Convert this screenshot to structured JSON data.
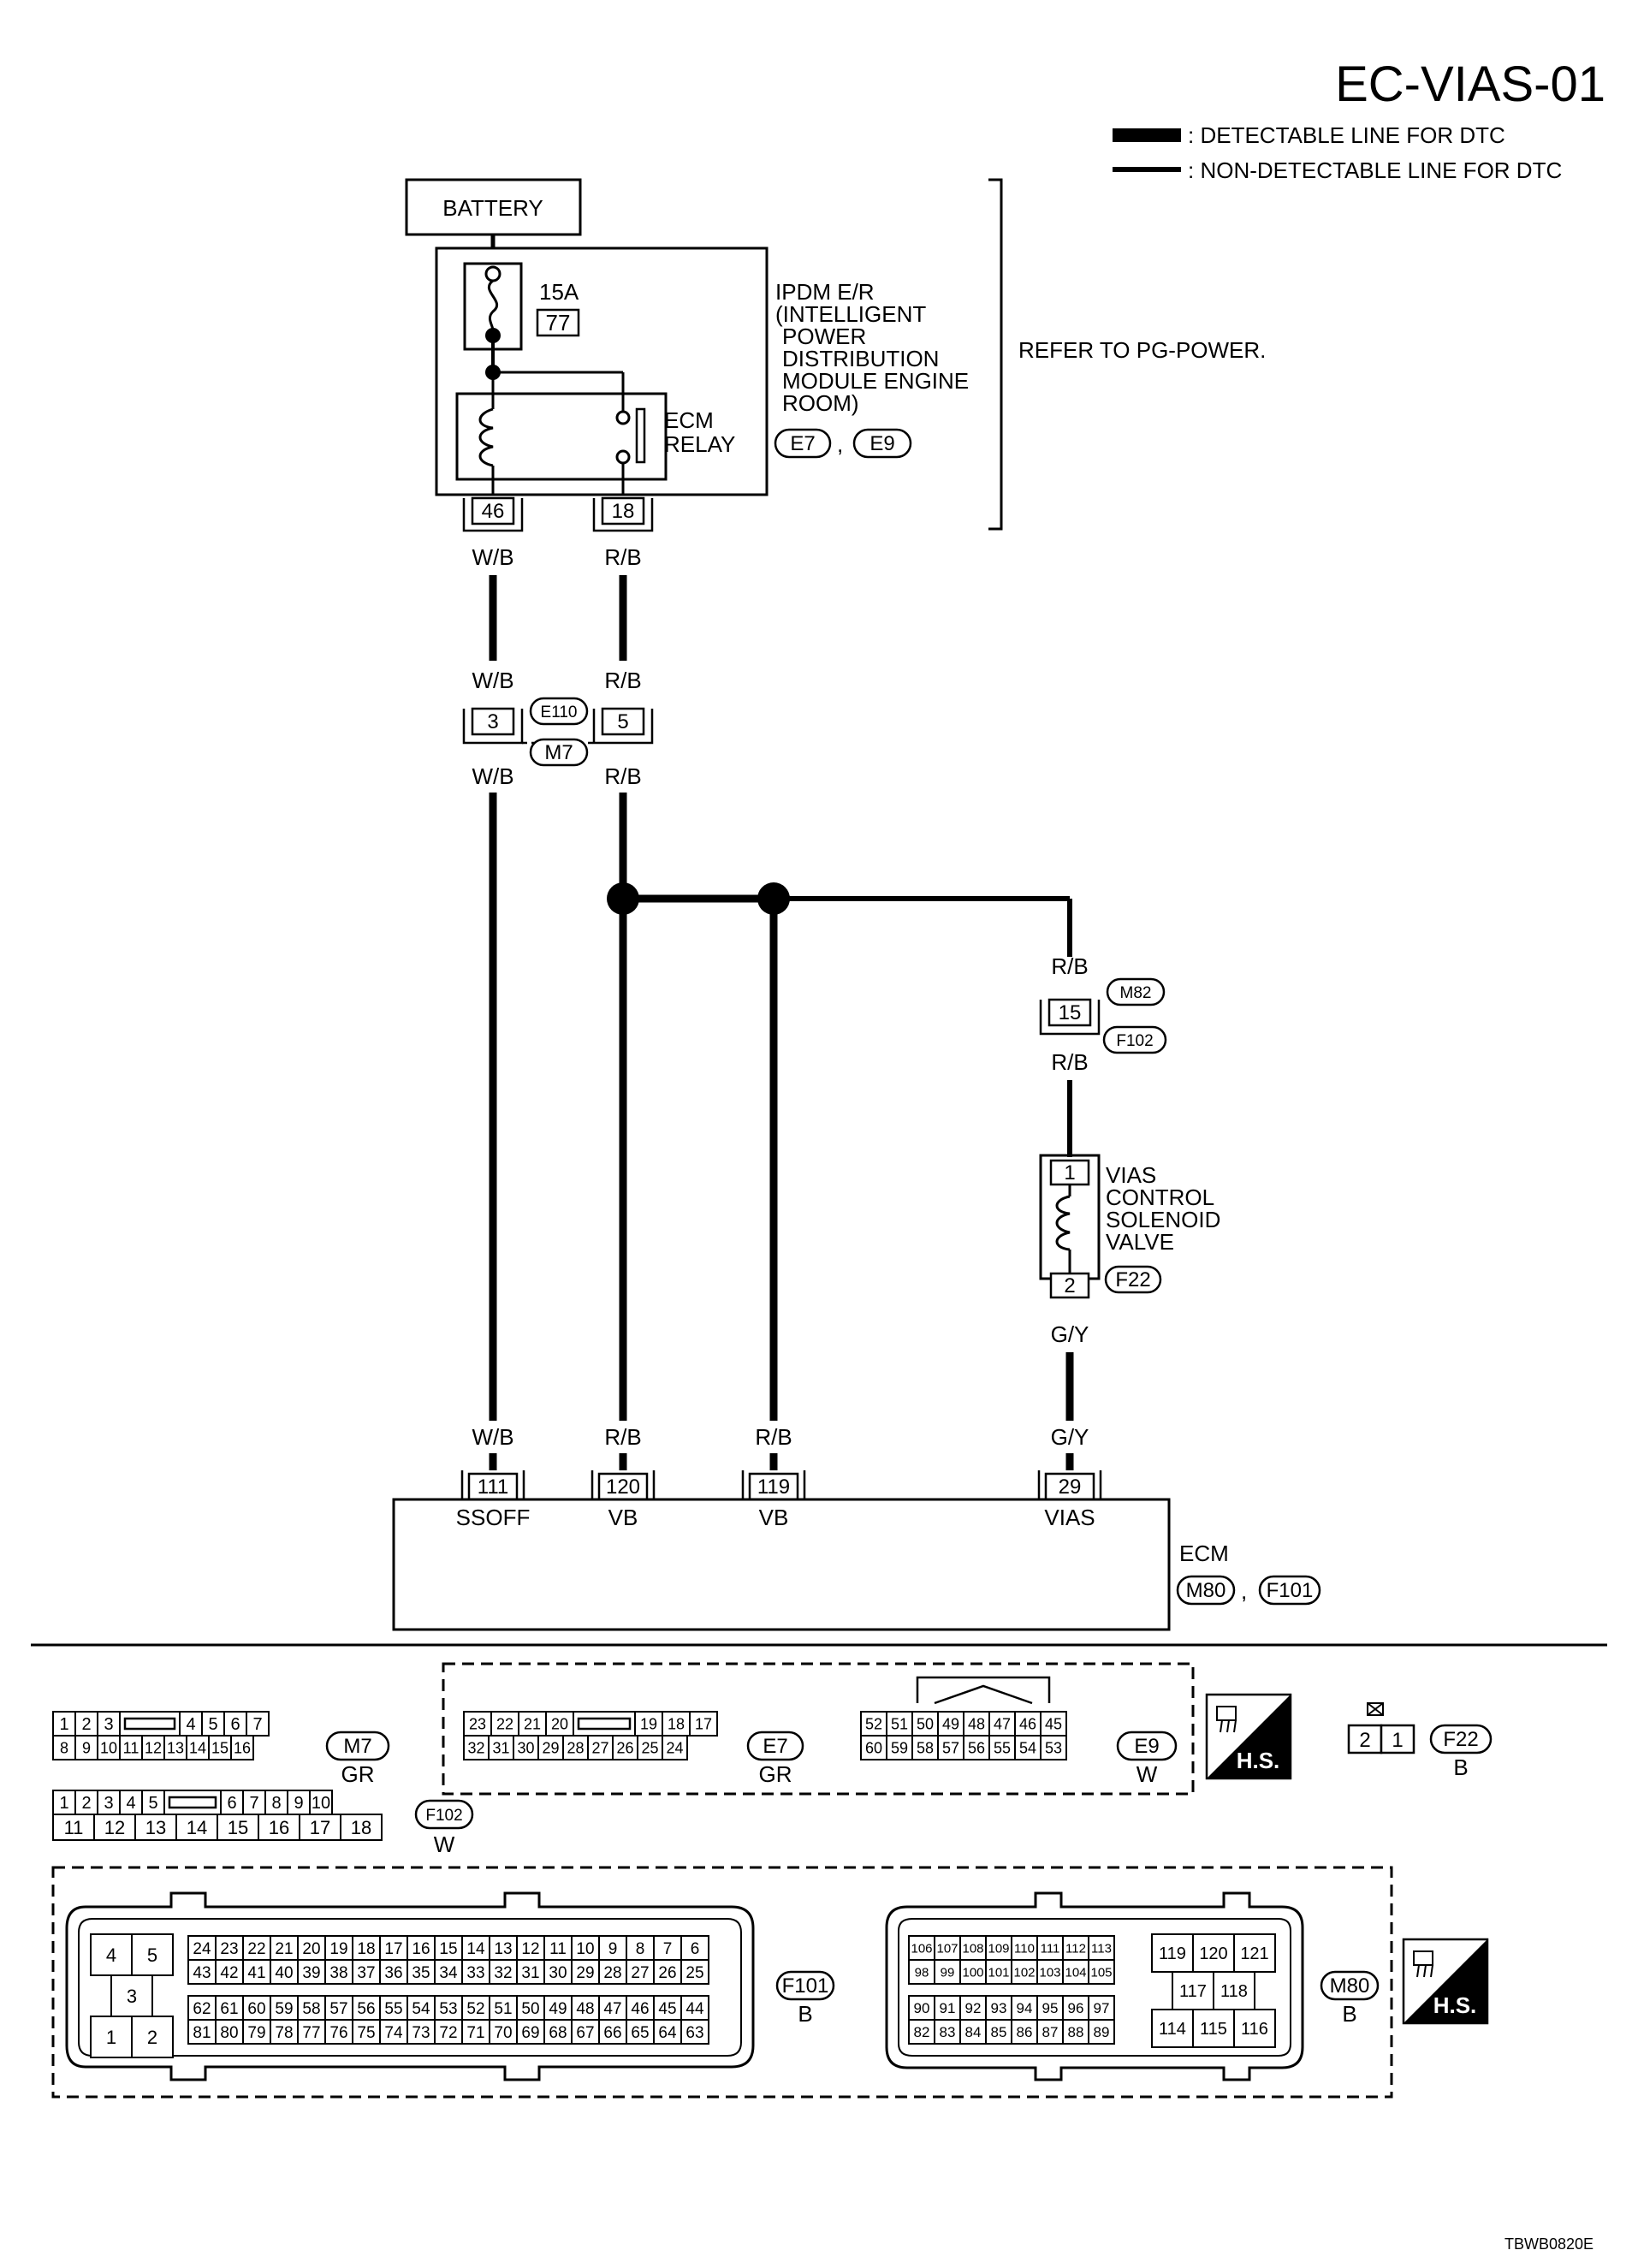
{
  "header": {
    "title": "EC-VIAS-01",
    "legend": [
      {
        "label": ": DETECTABLE LINE FOR DTC",
        "style": "thick"
      },
      {
        "label": ": NON-DETECTABLE LINE FOR DTC",
        "style": "thin"
      }
    ]
  },
  "battery": {
    "label": "BATTERY"
  },
  "ipdm": {
    "fuse_rating": "15A",
    "fuse_number": "77",
    "name_lines": [
      "IPDM E/R",
      "(INTELLIGENT",
      "POWER",
      "DISTRIBUTION",
      "MODULE ENGINE",
      "ROOM)"
    ],
    "connectors": [
      "E7",
      "E9"
    ],
    "comma": ",",
    "relay_lines": [
      "ECM",
      "RELAY"
    ],
    "refer": "REFER TO PG-POWER.",
    "pins": [
      "46",
      "18"
    ]
  },
  "wires": {
    "wb": "W/B",
    "rb": "R/B",
    "gy": "G/Y"
  },
  "joint": {
    "pins": [
      "3",
      "5"
    ],
    "connectors": [
      "E110",
      "M7"
    ]
  },
  "m82": {
    "pin": "15",
    "connectors": [
      "M82",
      "F102"
    ]
  },
  "solenoid": {
    "pins": [
      "1",
      "2"
    ],
    "name_lines": [
      "VIAS",
      "CONTROL",
      "SOLENOID",
      "VALVE"
    ],
    "connector": "F22"
  },
  "ecm": {
    "name": "ECM",
    "connectors": [
      "M80",
      "F101"
    ],
    "comma": ",",
    "pins": [
      {
        "pin": "111",
        "label": "SSOFF"
      },
      {
        "pin": "120",
        "label": "VB"
      },
      {
        "pin": "119",
        "label": "VB"
      },
      {
        "pin": "29",
        "label": "VIAS"
      }
    ]
  },
  "connector_views": {
    "m7": {
      "id": "M7",
      "color": "GR",
      "row1": [
        "1",
        "2",
        "3",
        "",
        "4",
        "5",
        "6",
        "7"
      ],
      "row2": [
        "8",
        "9",
        "10",
        "11",
        "12",
        "13",
        "14",
        "15",
        "16"
      ]
    },
    "e7": {
      "id": "E7",
      "color": "GR",
      "row1": [
        "23",
        "22",
        "21",
        "20",
        "",
        "19",
        "18",
        "17"
      ],
      "row2": [
        "32",
        "31",
        "30",
        "29",
        "28",
        "27",
        "26",
        "25",
        "24"
      ]
    },
    "e9": {
      "id": "E9",
      "color": "W",
      "row1": [
        "52",
        "51",
        "50",
        "49",
        "48",
        "47",
        "46",
        "45"
      ],
      "row2": [
        "60",
        "59",
        "58",
        "57",
        "56",
        "55",
        "54",
        "53"
      ]
    },
    "f22": {
      "id": "F22",
      "color": "B",
      "pins": [
        "2",
        "1"
      ]
    },
    "f102": {
      "id": "F102",
      "color": "W",
      "row1": [
        "1",
        "2",
        "3",
        "4",
        "5",
        "",
        "6",
        "7",
        "8",
        "9",
        "10"
      ],
      "row2": [
        "11",
        "12",
        "13",
        "14",
        "15",
        "16",
        "17",
        "18"
      ]
    },
    "f101": {
      "id": "F101",
      "color": "B",
      "left": [
        "4",
        "5",
        "3",
        "1",
        "2"
      ],
      "row1": [
        "24",
        "23",
        "22",
        "21",
        "20",
        "19",
        "18",
        "17",
        "16",
        "15",
        "14",
        "13",
        "12",
        "11",
        "10",
        "9",
        "8",
        "7",
        "6"
      ],
      "row2": [
        "43",
        "42",
        "41",
        "40",
        "39",
        "38",
        "37",
        "36",
        "35",
        "34",
        "33",
        "32",
        "31",
        "30",
        "29",
        "28",
        "27",
        "26",
        "25"
      ],
      "row3": [
        "62",
        "61",
        "60",
        "59",
        "58",
        "57",
        "56",
        "55",
        "54",
        "53",
        "52",
        "51",
        "50",
        "49",
        "48",
        "47",
        "46",
        "45",
        "44"
      ],
      "row4": [
        "81",
        "80",
        "79",
        "78",
        "77",
        "76",
        "75",
        "74",
        "73",
        "72",
        "71",
        "70",
        "69",
        "68",
        "67",
        "66",
        "65",
        "64",
        "63"
      ]
    },
    "m80": {
      "id": "M80",
      "color": "B",
      "row1": [
        "106",
        "107",
        "108",
        "109",
        "110",
        "111",
        "112",
        "113"
      ],
      "row2": [
        "98",
        "99",
        "100",
        "101",
        "102",
        "103",
        "104",
        "105"
      ],
      "row3": [
        "90",
        "91",
        "92",
        "93",
        "94",
        "95",
        "96",
        "97"
      ],
      "row4": [
        "82",
        "83",
        "84",
        "85",
        "86",
        "87",
        "88",
        "89"
      ],
      "right1": [
        "119",
        "120",
        "121"
      ],
      "right2": [
        "117",
        "118"
      ],
      "right3": [
        "114",
        "115",
        "116"
      ]
    },
    "hs_label": "H.S."
  },
  "footer": {
    "code": "TBWB0820E"
  }
}
